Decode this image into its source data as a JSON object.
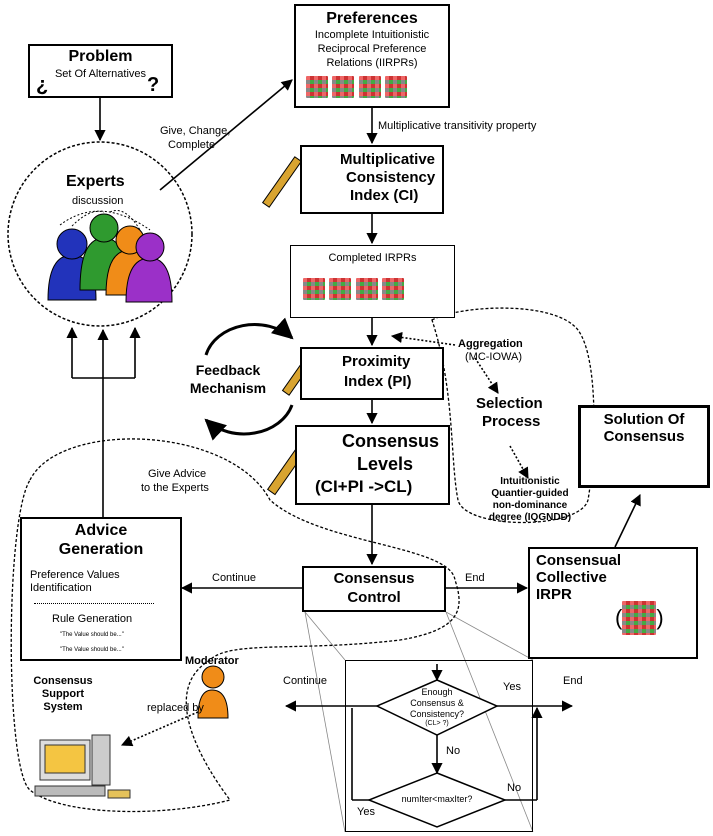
{
  "problem": {
    "title": "Problem",
    "subtitle": "Set Of Alternatives",
    "symbol_left": "¿",
    "symbol_right": "?"
  },
  "preferences": {
    "title": "Preferences",
    "line1": "Incomplete Intuitionistic",
    "line2": "Reciprocal Preference",
    "line3": "Relations (IIRPRs)"
  },
  "labels": {
    "give_change": "Give, Change,",
    "complete": "Complete",
    "mult_trans": "Multiplicative transitivity property",
    "discussion": "discussion",
    "give_advice_1": "Give Advice",
    "give_advice_2": "to the Experts",
    "continue_left": "Continue",
    "end_right": "End",
    "continue_bottom": "Continue",
    "end_bottom": "End",
    "yes_1": "Yes",
    "no_1": "No",
    "yes_2": "Yes",
    "no_2": "No",
    "replaced_by": "replaced by"
  },
  "experts": {
    "title": "Experts"
  },
  "mci": {
    "line1": "Multiplicative",
    "line2": "Consistency",
    "line3": "Index (CI)"
  },
  "completed": {
    "title": "Completed IRPRs"
  },
  "feedback": {
    "line1": "Feedback",
    "line2": "Mechanism"
  },
  "aggregation": {
    "title": "Aggregation",
    "sub": "(MC-IOWA)"
  },
  "pi": {
    "line1": "Proximity",
    "line2": "Index (PI)"
  },
  "selection": {
    "line1": "Selection",
    "line2": "Process",
    "d1": "Intuitionistic",
    "d2": "Quantier-guided",
    "d3": "non-dominance",
    "d4": "degree (IQGNDD)"
  },
  "solution": {
    "line1": "Solution Of",
    "line2": "Consensus"
  },
  "consensus_levels": {
    "line1": "Consensus",
    "line2": "Levels",
    "line3": "(CI+PI ->CL)"
  },
  "advice": {
    "line1": "Advice",
    "line2": "Generation",
    "pv1": "Preference Values",
    "pv2": "Identification",
    "rule": "Rule Generation",
    "value1": "\"The Value should be...\"",
    "value2": "\"The Value should be...\""
  },
  "control": {
    "line1": "Consensus",
    "line2": "Control"
  },
  "collective": {
    "line1": "Consensual",
    "line2": "Collective",
    "line3": "IRPR"
  },
  "moderator": {
    "title": "Moderator"
  },
  "css": {
    "line1": "Consensus",
    "line2": "Support",
    "line3": "System"
  },
  "decision1": {
    "line1": "Enough",
    "line2": "Consensus &",
    "line3": "Consistency?",
    "line4": "(CL>  ?)"
  },
  "decision2": {
    "text": "numIter<maxIter?"
  },
  "colors": {
    "green": "#3aa03a",
    "olive": "#c9b232",
    "red": "#d25050",
    "person_blue": "#2233bb",
    "person_green": "#2f9a2f",
    "person_orange": "#f08c18",
    "person_purple": "#9b30c8",
    "ruler": "#d9a430"
  }
}
